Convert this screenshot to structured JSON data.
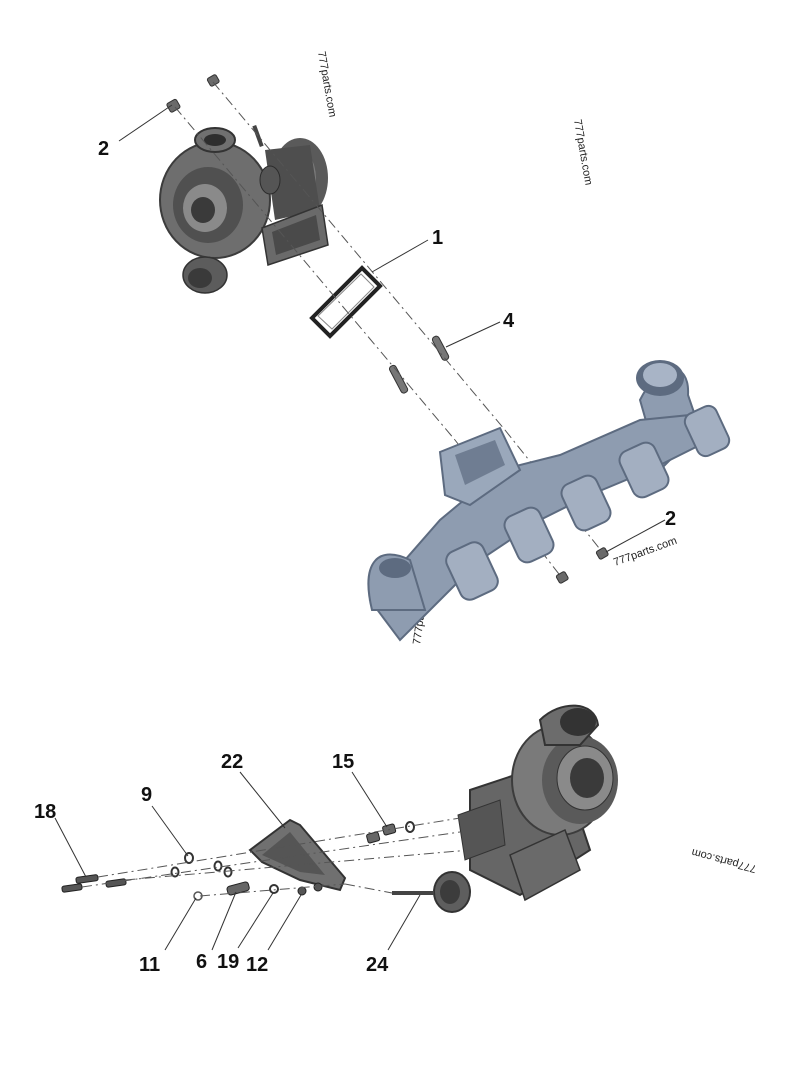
{
  "watermarks": [
    "777parts.com",
    "777parts.com",
    "777parts.com",
    "777parts.com",
    "777parts.com"
  ],
  "callouts": {
    "c2a": "2",
    "c1": "1",
    "c4": "4",
    "c2b": "2",
    "c22": "22",
    "c15": "15",
    "c18": "18",
    "c9": "9",
    "c11": "11",
    "c6": "6",
    "c19": "19",
    "c12": "12",
    "c24": "24"
  },
  "colors": {
    "turbo_body": "#6e6e6e",
    "turbo_dark": "#3c3c3c",
    "manifold": "#8e9cb0",
    "manifold_dark": "#5d6b80"
  }
}
